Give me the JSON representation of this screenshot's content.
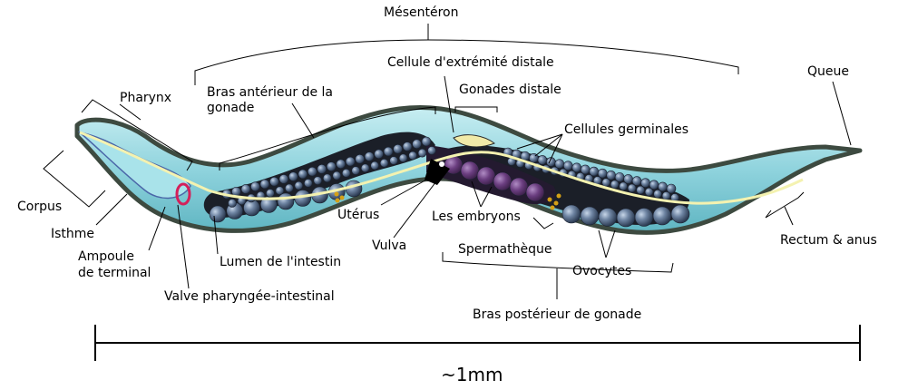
{
  "labels": {
    "mesenteron": "Mésentéron",
    "cellule_extremite": "Cellule d'extrémité distale",
    "gonades_distale": "Gonades distale",
    "queue": "Queue",
    "pharynx": "Pharynx",
    "bras_anterieur_1": "Bras antérieur de la",
    "bras_anterieur_2": "gonade",
    "cellules_germinales": "Cellules germinales",
    "corpus": "Corpus",
    "isthme": "Isthme",
    "ampoule_1": "Ampoule",
    "ampoule_2": "de terminal",
    "lumen": "Lumen de l'intestin",
    "valve": "Valve pharyngée-intestinal",
    "uterus": "Utérus",
    "vulva": "Vulva",
    "embryons": "Les embryons",
    "spermatheque": "Spermathèque",
    "ovocytes": "Ovocytes",
    "rectum": "Rectum &  anus",
    "bras_posterieur": "Bras postérieur de gonade"
  },
  "scale": {
    "label": "~1mm"
  },
  "colors": {
    "body_fill": "#9fdbe2",
    "body_outline": "#3d4a40",
    "gut": "#f4f2b0",
    "oocyte": "#52657e",
    "embryo": "#6b3e80",
    "valve": "#d4205a",
    "sperm": "#d4a017"
  }
}
